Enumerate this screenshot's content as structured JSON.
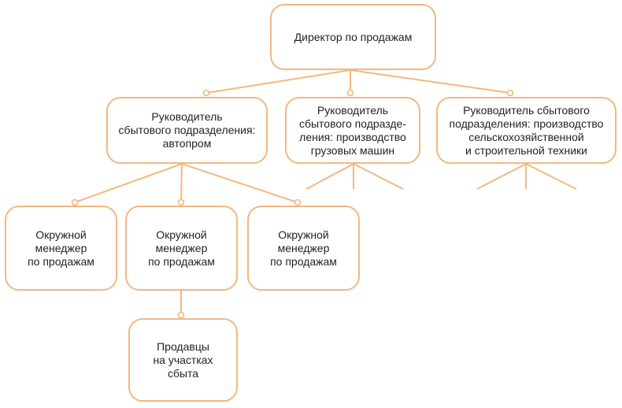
{
  "colors": {
    "stroke": "#f2b880",
    "text": "#231f20",
    "background": "#ffffff"
  },
  "nodes": {
    "director": {
      "lines": [
        "Директор по продажам"
      ]
    },
    "head_auto": {
      "lines": [
        "Руководитель",
        "сбытового подразделения:",
        "автопром"
      ]
    },
    "head_trucks": {
      "lines": [
        "Руководитель",
        "сбытового подразде-",
        "ления: производство",
        "грузовых машин"
      ]
    },
    "head_agri": {
      "lines": [
        "Руководитель сбытового",
        "подразделения: производство",
        "сельскохозяйственной",
        "и строительной техники"
      ]
    },
    "manager_1": {
      "lines": [
        "Окружной",
        "менеджер",
        "по продажам"
      ]
    },
    "manager_2": {
      "lines": [
        "Окружной",
        "менеджер",
        "по продажам"
      ]
    },
    "manager_3": {
      "lines": [
        "Окружной",
        "менеджер",
        "по продажам"
      ]
    },
    "sellers": {
      "lines": [
        "Продавцы",
        "на участках",
        "сбыта"
      ]
    }
  }
}
